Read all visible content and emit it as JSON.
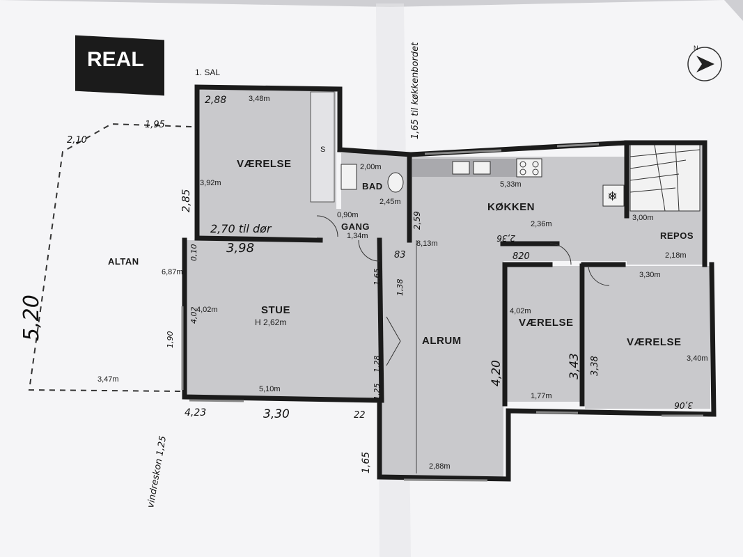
{
  "brand": {
    "logo_text": "REAL"
  },
  "floor": {
    "title": "1. SAL"
  },
  "rooms": {
    "vaerelse_top": "VÆRELSE",
    "bad": "BAD",
    "gang": "GANG",
    "koekken": "KØKKEN",
    "repos": "REPOS",
    "altan": "ALTAN",
    "stue": "STUE",
    "stue_height": "H 2,62m",
    "alrum": "ALRUM",
    "vaerelse_mid": "VÆRELSE",
    "vaerelse_right": "VÆRELSE",
    "closet": "S"
  },
  "dims": {
    "v_top_w": "3,48m",
    "v_top_h": "3,92m",
    "bad_w": "2,00m",
    "bad_h": "2,45m",
    "gang_w1": "0,90m",
    "gang_w2": "1,34m",
    "kok_w": "5,33m",
    "kok_w2": "2,36m",
    "alrum_h": "8,13m",
    "repos_h": "3,00m",
    "repos_w": "2,18m",
    "altan_h": "6,87m",
    "altan_w": "3,47m",
    "stue_h": "4,02m",
    "stue_w": "5,10m",
    "alrum_w": "2,88m",
    "vm_h": "4,02m",
    "vm_w": "1,77m",
    "vr_w": "3,30m",
    "vr_h": "3,40m"
  },
  "handwritten": {
    "kok_note": "1,65 til køkkenbordet",
    "top_288": "2,88",
    "alt_210": "2,10",
    "alt_195": "1,95",
    "alt_520": "5,20",
    "v_285": "2,85",
    "v_270": "2,70 til dør",
    "v_398": "3,98",
    "s_010": "0,10",
    "s_190": "1,90",
    "s_402": "4,02",
    "s_423": "4,23",
    "s_330": "3,30",
    "s_22": "22",
    "s_165": "1,65",
    "vind": "vindreskon 1,25",
    "d_259": "2,59",
    "d_83": "83",
    "d_165": "1,65",
    "d_138": "1,38",
    "d_128": "1,28",
    "d_125": "1,25",
    "alr_420": "4,20",
    "m_343": "3,43",
    "m_338": "3,38",
    "m_820": "820",
    "m_236": "2,36",
    "r_3096": "3,06",
    "compass": "N"
  }
}
